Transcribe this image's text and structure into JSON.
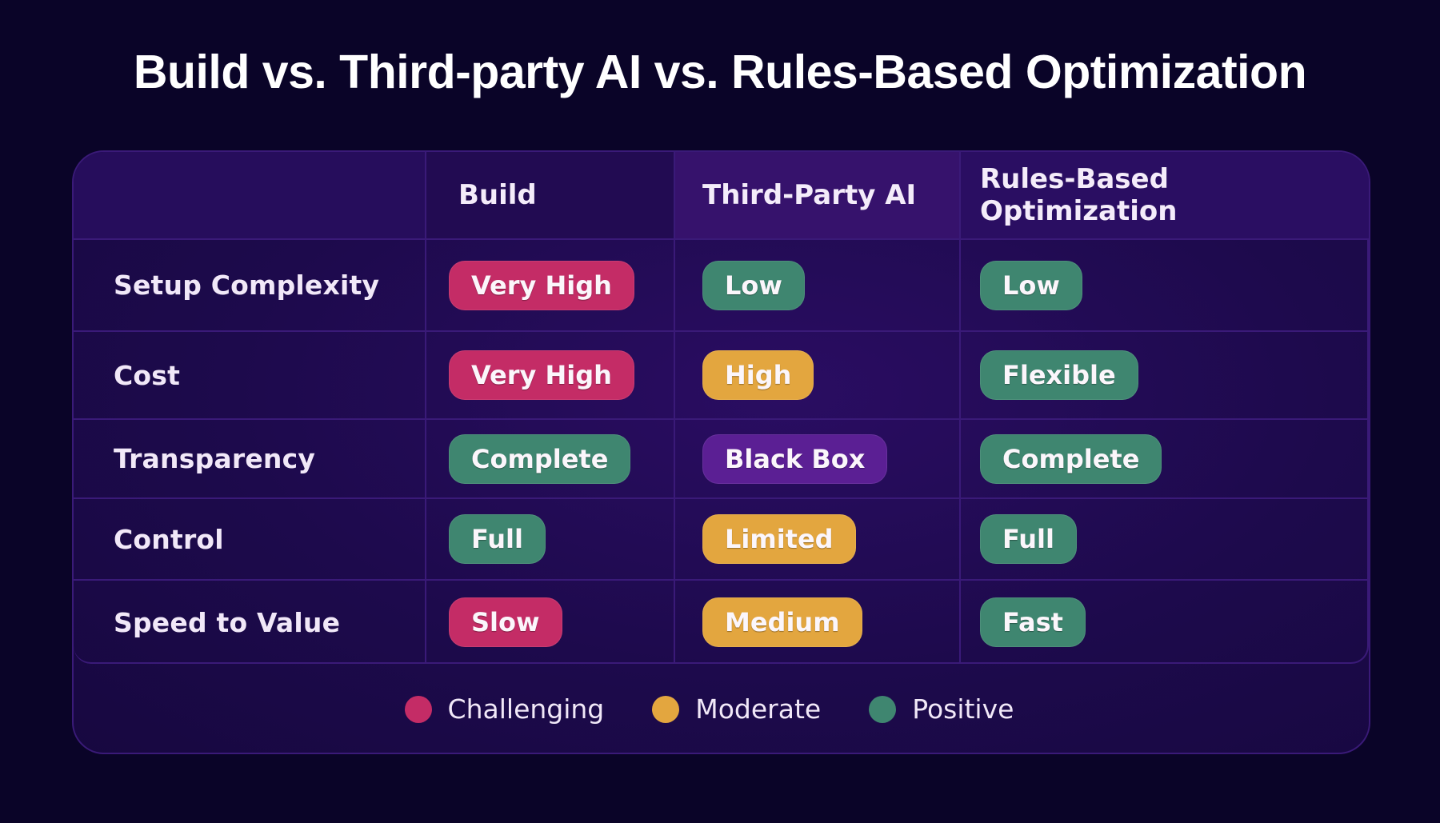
{
  "title": "Build vs. Third-party AI vs. Rules-Based Optimization",
  "colors": {
    "challenging": "#c42c66",
    "moderate": "#e3a63f",
    "positive": "#3f8670",
    "neutral": "#5b1f94",
    "background": "#0a0428",
    "card": "#1d0a4c"
  },
  "table": {
    "columns": [
      "",
      "Build",
      "Third-Party AI",
      "Rules-Based Optimization"
    ],
    "rows": [
      {
        "label": "Setup Complexity",
        "values": [
          {
            "text": "Very High",
            "level": "challenging"
          },
          {
            "text": "Low",
            "level": "positive"
          },
          {
            "text": "Low",
            "level": "positive"
          }
        ]
      },
      {
        "label": "Cost",
        "values": [
          {
            "text": "Very High",
            "level": "challenging"
          },
          {
            "text": "High",
            "level": "moderate"
          },
          {
            "text": "Flexible",
            "level": "positive"
          }
        ]
      },
      {
        "label": "Transparency",
        "values": [
          {
            "text": "Complete",
            "level": "positive"
          },
          {
            "text": "Black Box",
            "level": "neutral"
          },
          {
            "text": "Complete",
            "level": "positive"
          }
        ]
      },
      {
        "label": "Control",
        "values": [
          {
            "text": "Full",
            "level": "positive"
          },
          {
            "text": "Limited",
            "level": "moderate"
          },
          {
            "text": "Full",
            "level": "positive"
          }
        ]
      },
      {
        "label": "Speed to Value",
        "values": [
          {
            "text": "Slow",
            "level": "challenging"
          },
          {
            "text": "Medium",
            "level": "moderate"
          },
          {
            "text": "Fast",
            "level": "positive"
          }
        ]
      }
    ]
  },
  "legend": [
    {
      "label": "Challenging",
      "level": "challenging"
    },
    {
      "label": "Moderate",
      "level": "moderate"
    },
    {
      "label": "Positive",
      "level": "positive"
    }
  ]
}
